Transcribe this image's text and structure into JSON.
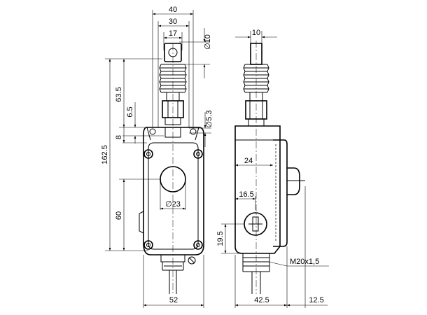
{
  "diagram": {
    "front_view": {
      "dims": {
        "width_top": "40",
        "inner_width": "30",
        "head_width": "17",
        "pin_diameter": "∅10",
        "total_height": "162.5",
        "plunger_height": "63.5",
        "gap_a": "6.5",
        "gap_b": "8",
        "hole_diameter_small": "∅5.3",
        "lower_height": "60",
        "window_diameter": "∅23",
        "base_width": "52"
      }
    },
    "side_view": {
      "dims": {
        "pin_width": "10",
        "inner_depth": "24",
        "offset": "16.5",
        "screw_height": "19.5",
        "thread": "M20x1,5",
        "body_depth": "42.5",
        "button_depth": "12.5"
      }
    }
  }
}
